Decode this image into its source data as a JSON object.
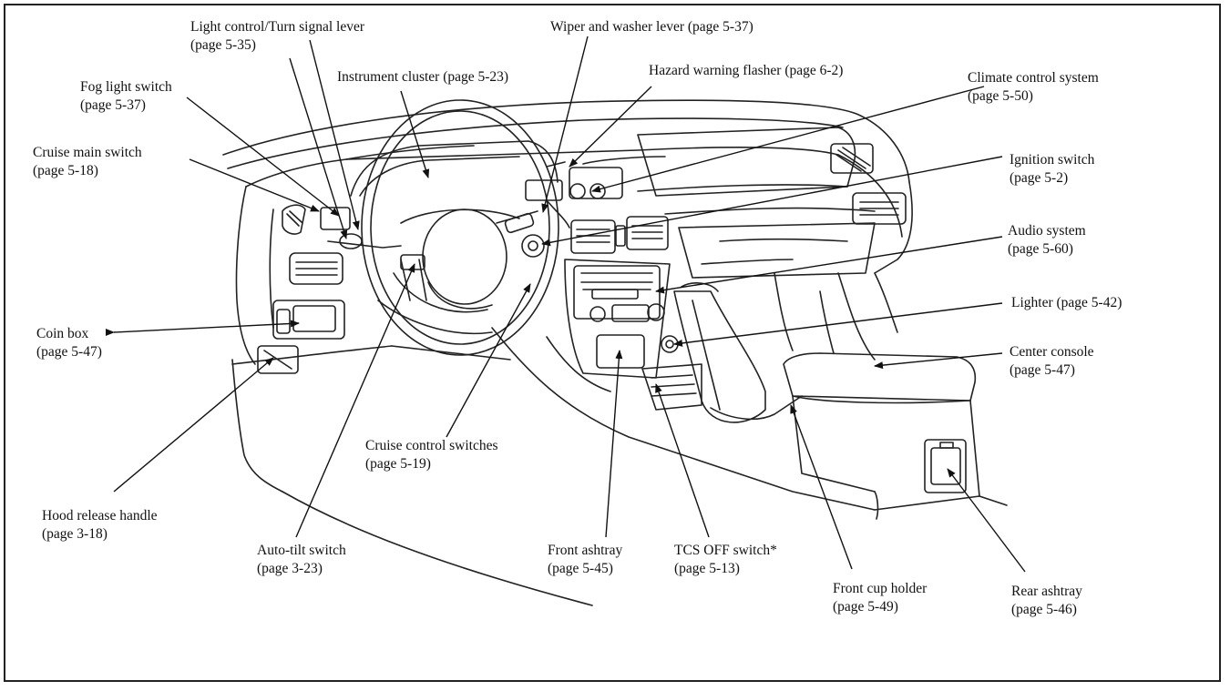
{
  "callouts": {
    "light_control": {
      "title": "Light control/Turn signal lever",
      "page": "(page 5-35)"
    },
    "wiper": {
      "title": "Wiper and washer lever (page 5-37)"
    },
    "instrument_cluster": {
      "title": "Instrument cluster (page 5-23)"
    },
    "hazard": {
      "title": "Hazard warning flasher (page 6-2)"
    },
    "climate": {
      "title": "Climate control system",
      "page": "(page 5-50)"
    },
    "fog_light": {
      "title": "Fog light switch",
      "page": "(page 5-37)"
    },
    "cruise_main": {
      "title": "Cruise main switch",
      "page": "(page 5-18)"
    },
    "ignition": {
      "title": "Ignition switch",
      "page": "(page 5-2)"
    },
    "audio": {
      "title": "Audio system",
      "page": "(page 5-60)"
    },
    "lighter": {
      "title": "Lighter (page 5-42)"
    },
    "coin_box": {
      "title": "Coin box",
      "page": "(page 5-47)"
    },
    "center_console": {
      "title": "Center console",
      "page": "(page 5-47)"
    },
    "cruise_control": {
      "title": "Cruise control switches",
      "page": "(page 5-19)"
    },
    "hood_release": {
      "title": "Hood release handle",
      "page": "(page 3-18)"
    },
    "auto_tilt": {
      "title": "Auto-tilt switch",
      "page": "(page 3-23)"
    },
    "front_ashtray": {
      "title": "Front ashtray",
      "page": "(page 5-45)"
    },
    "tcs_off": {
      "title": "TCS OFF switch*",
      "page": "(page 5-13)"
    },
    "front_cup": {
      "title": "Front cup holder",
      "page": "(page 5-49)"
    },
    "rear_ashtray": {
      "title": "Rear ashtray",
      "page": "(page 5-46)"
    }
  }
}
